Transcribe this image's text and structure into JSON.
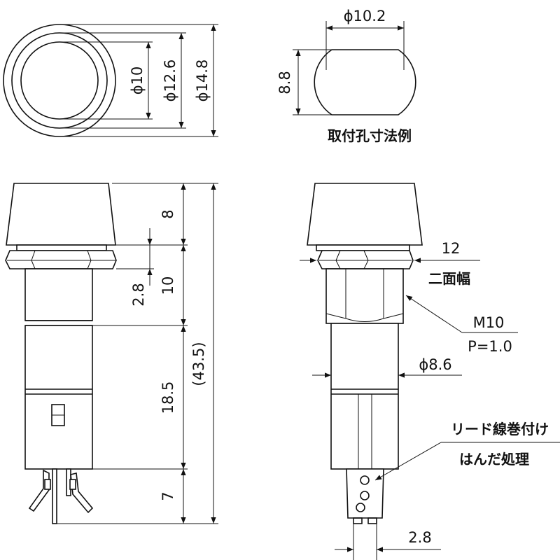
{
  "top_view": {
    "dims": {
      "d_inner": "ϕ10",
      "d_mid": "ϕ12.6",
      "d_outer": "ϕ14.8"
    }
  },
  "hole": {
    "width": "ϕ10.2",
    "height": "8.8",
    "caption": "取付孔寸法例"
  },
  "side_view": {
    "dims": {
      "cap": "8",
      "nut_thk": "2.8",
      "thread": "10",
      "body": "18.5",
      "pins": "7",
      "total": "(43.5)"
    }
  },
  "front_view": {
    "nut_size": "12",
    "nut_note": "二面幅",
    "thread_spec": "M10",
    "thread_pitch": "P=1.0",
    "body_dia": "ϕ8.6",
    "lead_note_1": "リード線巻付け",
    "lead_note_2": "はんだ処理",
    "pin_pitch": "2.8"
  }
}
